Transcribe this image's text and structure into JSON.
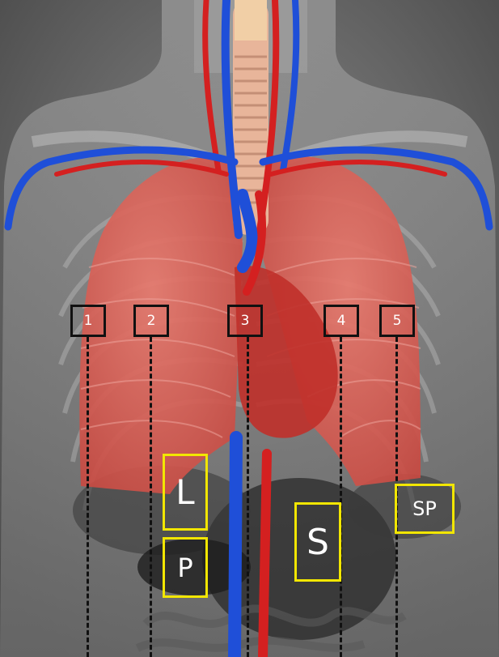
{
  "image": {
    "description_label": "anatomy-illustration",
    "colors": {
      "background": "#6b6b6b",
      "lung": "#d9534f",
      "vein": "#1f4fd8",
      "artery": "#d42020",
      "trachea": "#e8b59a",
      "black_marker": "#111111",
      "yellow_marker": "#f2e600"
    }
  },
  "position_markers": [
    {
      "label": "1"
    },
    {
      "label": "2"
    },
    {
      "label": "3"
    },
    {
      "label": "4"
    },
    {
      "label": "5"
    }
  ],
  "organ_markers": [
    {
      "label": "L"
    },
    {
      "label": "P"
    },
    {
      "label": "S"
    },
    {
      "label": "SP"
    }
  ]
}
